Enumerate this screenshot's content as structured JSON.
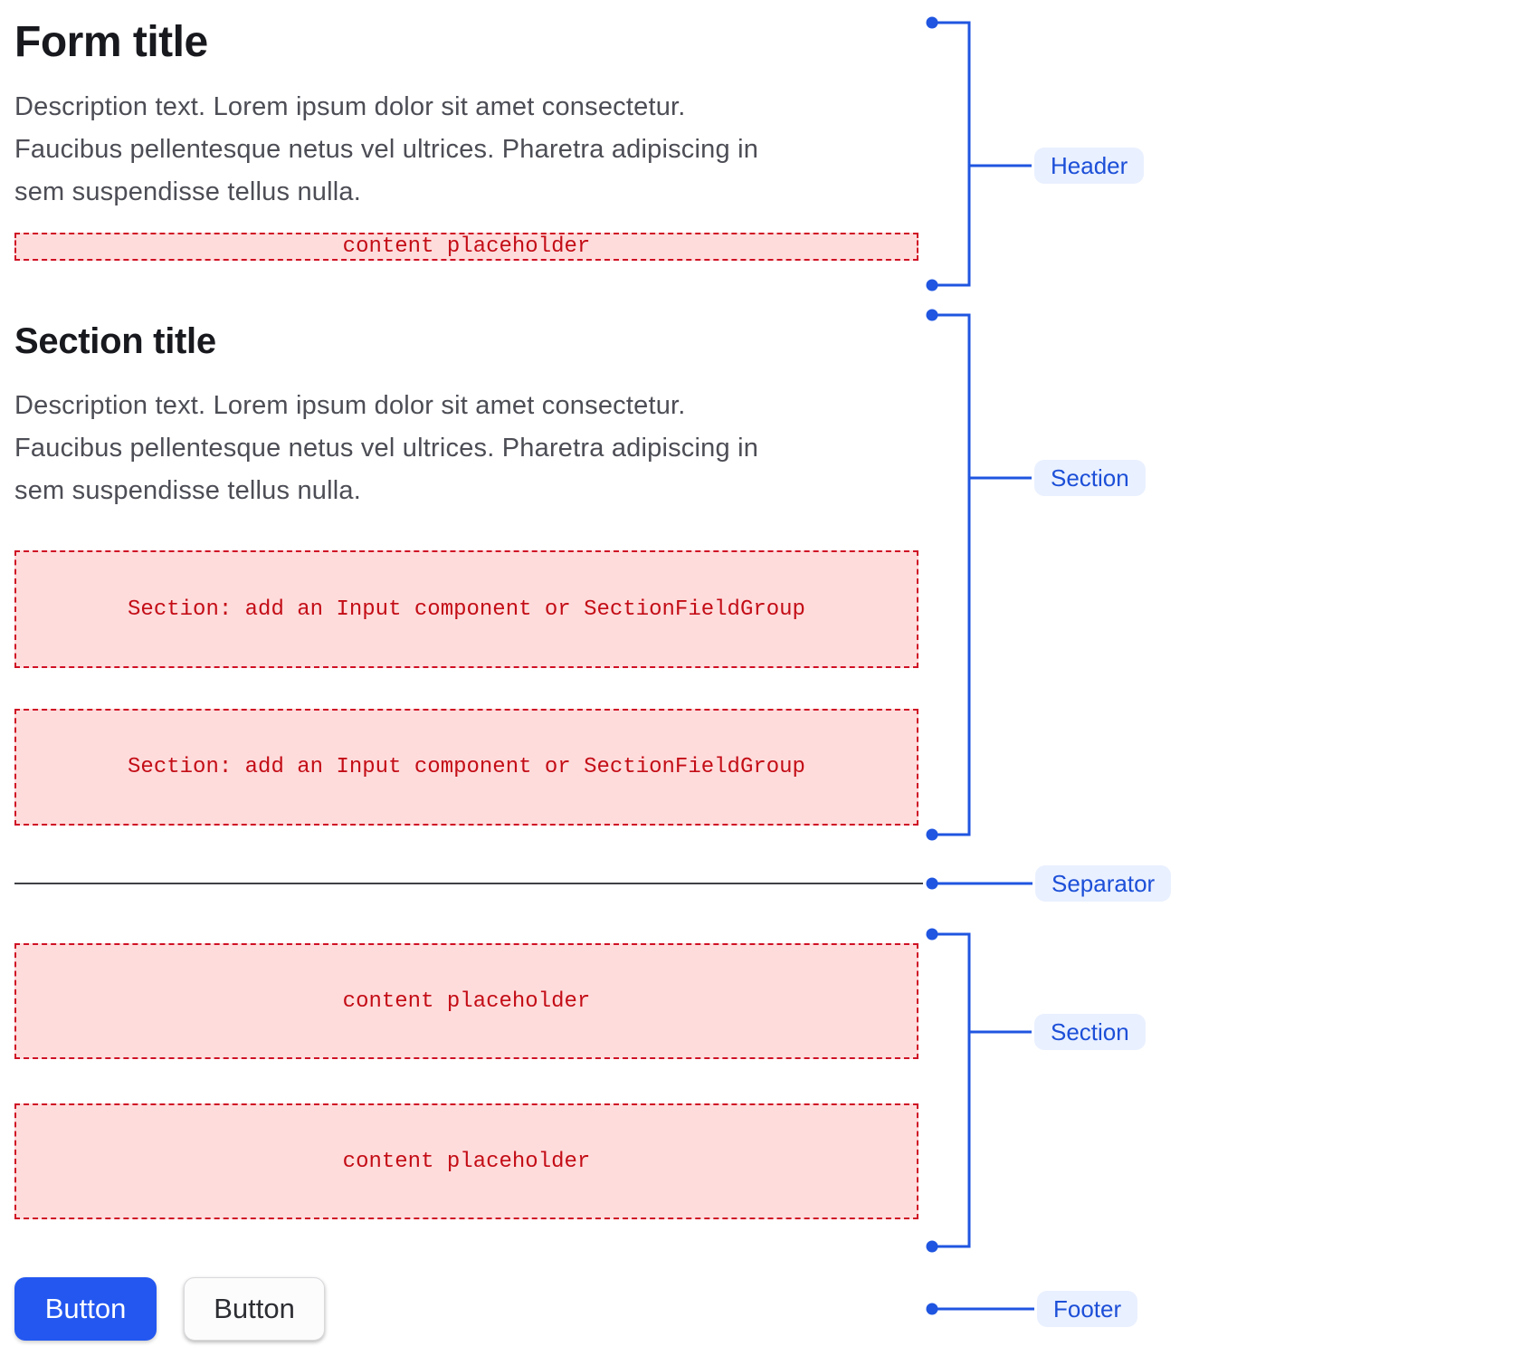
{
  "form": {
    "title": "Form title",
    "description_lines": [
      "Description text. Lorem ipsum dolor sit amet consectetur.",
      "Faucibus pellentesque netus vel ultrices. Pharetra adipiscing in",
      "sem suspendisse tellus nulla."
    ],
    "header": {
      "content_placeholder": "content placeholder"
    },
    "section1": {
      "title": "Section title",
      "slot_placeholder_1": "Section: add an Input component or SectionFieldGroup",
      "slot_placeholder_2": "Section: add an Input component or SectionFieldGroup"
    },
    "section2": {
      "content_placeholder_1": "content placeholder",
      "content_placeholder_2": "content placeholder"
    },
    "footer": {
      "primary_button_label": "Button",
      "secondary_button_label": "Button"
    }
  },
  "annotations": {
    "header_label": "Header",
    "section1_label": "Section",
    "separator_label": "Separator",
    "section2_label": "Section",
    "footer_label": "Footer"
  },
  "colors": {
    "annotation_blue": "#1f55e0",
    "annotation_label_text": "#1c4fd8",
    "annotation_label_bg": "#e9f0ff",
    "placeholder_bg": "#ffdcdc",
    "placeholder_border": "#cf1124",
    "placeholder_text": "#c30d16",
    "separator_line": "#3f4046",
    "primary_button_bg": "#2357f0",
    "primary_button_text": "#ffffff",
    "secondary_button_bg": "#fcfcfc",
    "title_text": "#18191e",
    "description_text": "#4c4d55"
  }
}
